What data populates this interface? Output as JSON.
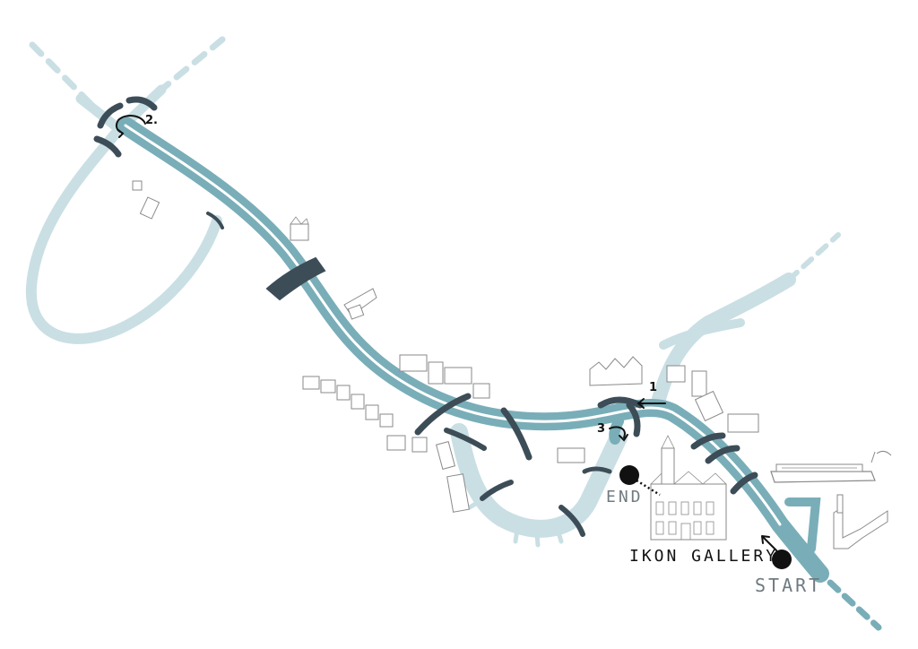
{
  "colors": {
    "background": "#ffffff",
    "canal_light": "#c9dfe4",
    "canal_main": "#79aeb8",
    "bridge": "#3d4d57",
    "route_line": "#ffffff",
    "marker": "#111111",
    "sketch": "#8a8a8a",
    "label_gray": "#6f7b80"
  },
  "labels": {
    "start": "START",
    "end": "END",
    "gallery": "IKON GALLERY"
  },
  "turns": {
    "turn_1": "1",
    "turn_2": "2.",
    "turn_3": "3"
  },
  "icons": {
    "start_marker": "start-dot-icon",
    "end_marker": "end-dot-icon",
    "gallery": "ikon-gallery-building-icon",
    "boat": "narrowboat-icon"
  }
}
